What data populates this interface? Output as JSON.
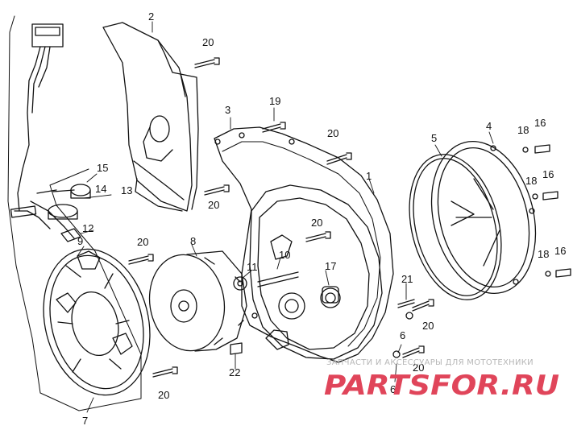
{
  "part_labels": {
    "p1": "1",
    "p2": "2",
    "p3": "3",
    "p4": "4",
    "p5": "5",
    "p6a": "6",
    "p6b": "6",
    "p7": "7",
    "p8": "8",
    "p9": "9",
    "p10": "10",
    "p11": "11",
    "p12": "12",
    "p13": "13",
    "p14": "14",
    "p15": "15",
    "p16a": "16",
    "p16b": "16",
    "p16c": "16",
    "p17": "17",
    "p18a": "18",
    "p18b": "18",
    "p18c": "18",
    "p19": "19",
    "p20a": "20",
    "p20b": "20",
    "p20c": "20",
    "p20d": "20",
    "p20e": "20",
    "p20f": "20",
    "p20g": "20",
    "p20h": "20",
    "p21": "21",
    "p22": "22"
  },
  "watermark": {
    "caption": "ЗАПЧАСТИ И АКСЕССУАРЫ ДЛЯ МОТОТЕХНИКИ",
    "logo_text": "PARTSFOR.RU",
    "logo_color": "#e0455a"
  }
}
